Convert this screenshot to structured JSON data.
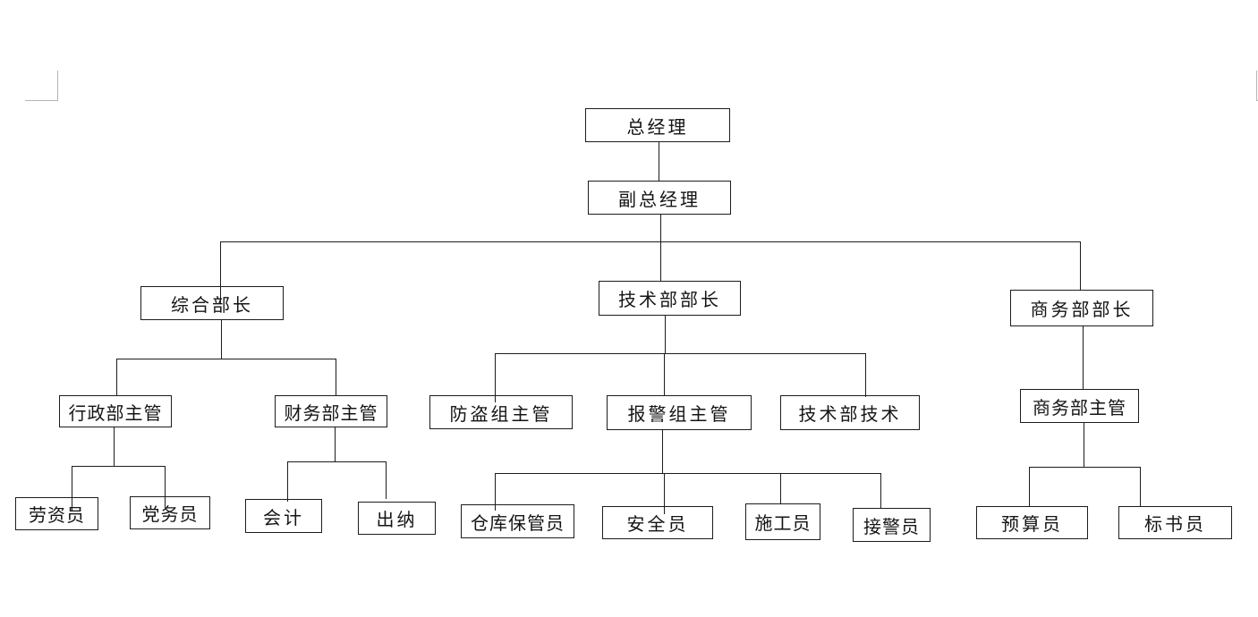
{
  "page": {
    "background_color": "#ffffff",
    "line_color": "#1c1c1c",
    "margin_mark_color": "#b5b5b5"
  },
  "org_chart": {
    "nodes": [
      {
        "id": "general-manager",
        "label": "总经理"
      },
      {
        "id": "deputy-general-manager",
        "label": "副总经理"
      },
      {
        "id": "comprehensive-minister",
        "label": "综合部长"
      },
      {
        "id": "technical-dept-head",
        "label": "技术部部长"
      },
      {
        "id": "commercial-dept-head",
        "label": "商务部部长"
      },
      {
        "id": "admin-dept-supervisor",
        "label": "行政部主管"
      },
      {
        "id": "finance-dept-supervisor",
        "label": "财务部主管"
      },
      {
        "id": "anti-theft-supervisor",
        "label": "防盗组主管"
      },
      {
        "id": "alarm-group-supervisor",
        "label": "报警组主管"
      },
      {
        "id": "technical-dept-tech",
        "label": "技术部技术"
      },
      {
        "id": "commercial-supervisor",
        "label": "商务部主管"
      },
      {
        "id": "labor-wage-clerk",
        "label": "劳资员"
      },
      {
        "id": "party-affairs-clerk",
        "label": "党务员"
      },
      {
        "id": "accountant",
        "label": "会计"
      },
      {
        "id": "cashier",
        "label": "出纳"
      },
      {
        "id": "warehouse-keeper",
        "label": "仓库保管员"
      },
      {
        "id": "safety-officer",
        "label": "安全员"
      },
      {
        "id": "construction-worker",
        "label": "施工员"
      },
      {
        "id": "alarm-receiver",
        "label": "接警员"
      },
      {
        "id": "budget-clerk",
        "label": "预算员"
      },
      {
        "id": "bid-document-clerk",
        "label": "标书员"
      }
    ],
    "hierarchy": [
      {
        "parent": "总经理",
        "children": [
          "副总经理"
        ]
      },
      {
        "parent": "副总经理",
        "children": [
          "综合部长",
          "技术部部长",
          "商务部部长"
        ]
      },
      {
        "parent": "综合部长",
        "children": [
          "行政部主管",
          "财务部主管"
        ]
      },
      {
        "parent": "行政部主管",
        "children": [
          "劳资员",
          "党务员"
        ]
      },
      {
        "parent": "财务部主管",
        "children": [
          "会计",
          "出纳"
        ]
      },
      {
        "parent": "技术部部长",
        "children": [
          "防盗组主管",
          "报警组主管",
          "技术部技术"
        ]
      },
      {
        "parent": "报警组主管",
        "children": [
          "仓库保管员",
          "安全员",
          "施工员",
          "接警员"
        ]
      },
      {
        "parent": "商务部部长",
        "children": [
          "商务部主管"
        ]
      },
      {
        "parent": "商务部主管",
        "children": [
          "预算员",
          "标书员"
        ]
      }
    ]
  }
}
